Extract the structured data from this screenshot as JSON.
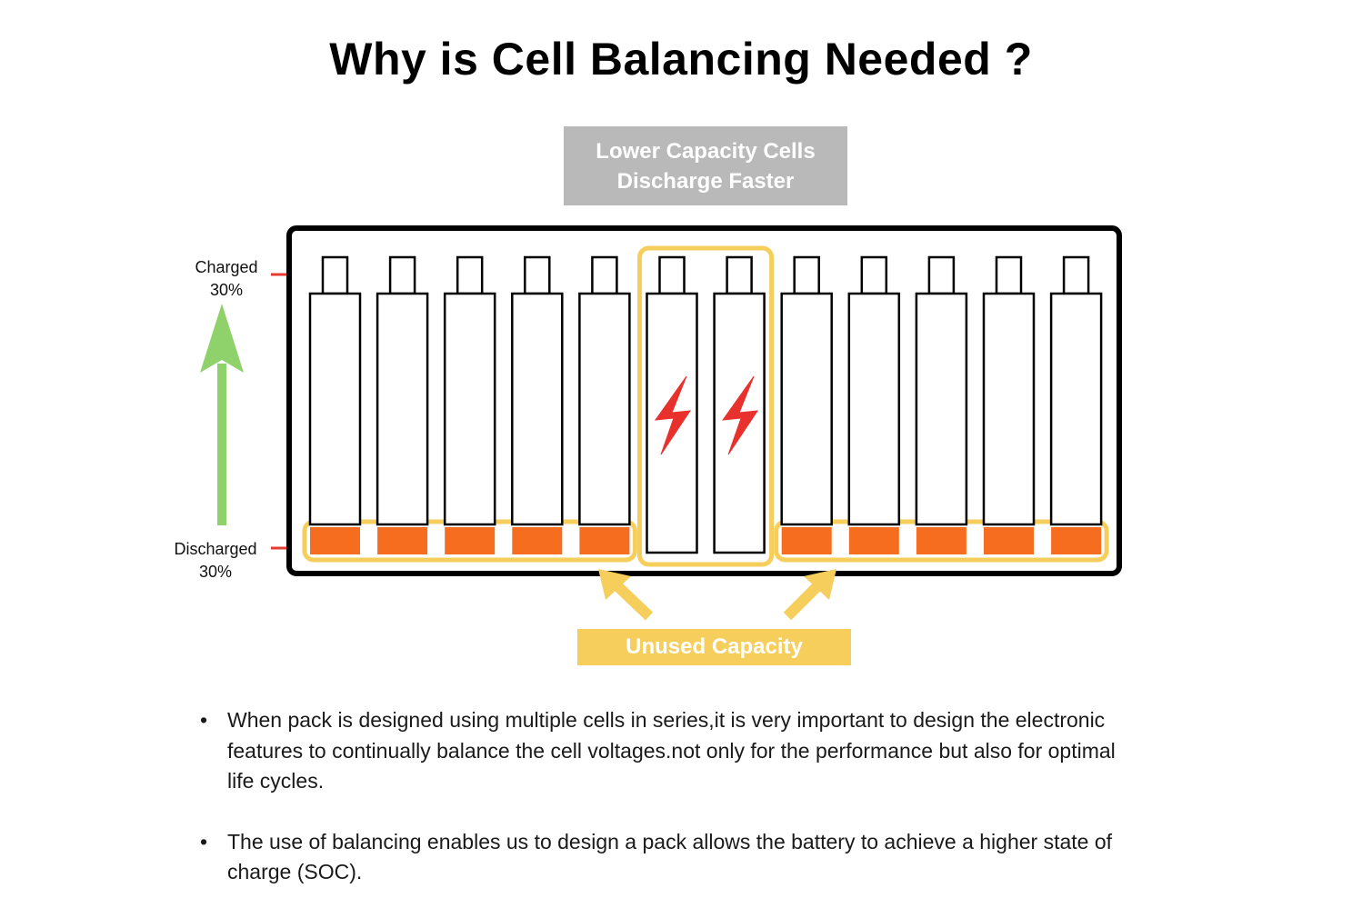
{
  "title": "Why is Cell Balancing Needed ?",
  "callouts": {
    "top_line1": "Lower Capacity Cells",
    "top_line2": "Discharge Faster",
    "bottom": "Unused Capacity"
  },
  "scale": {
    "charged_label": "Charged",
    "charged_value": "30%",
    "discharged_label": "Discharged",
    "discharged_value": "30%"
  },
  "pack": {
    "cell_count": 12,
    "low_capacity_cells": [
      6,
      7
    ],
    "unused_capacity_cells": [
      1,
      2,
      3,
      4,
      5,
      8,
      9,
      10,
      11,
      12
    ]
  },
  "colors": {
    "unused_fill": "#f76d20",
    "highlight": "#f6ce5c",
    "arrow_up": "#8fd16a",
    "marker": "#e53c32",
    "lightning": "#e8302c"
  },
  "bullets": [
    {
      "marker": "•",
      "text": "When pack is designed using multiple cells in series,it is very important to design the electronic features to continually balance the cell voltages.not only for the performance but also for optimal life cycles."
    },
    {
      "marker": "•",
      "text": "The use of balancing enables us to design a pack allows the battery to achieve a higher state of charge (SOC)."
    }
  ]
}
